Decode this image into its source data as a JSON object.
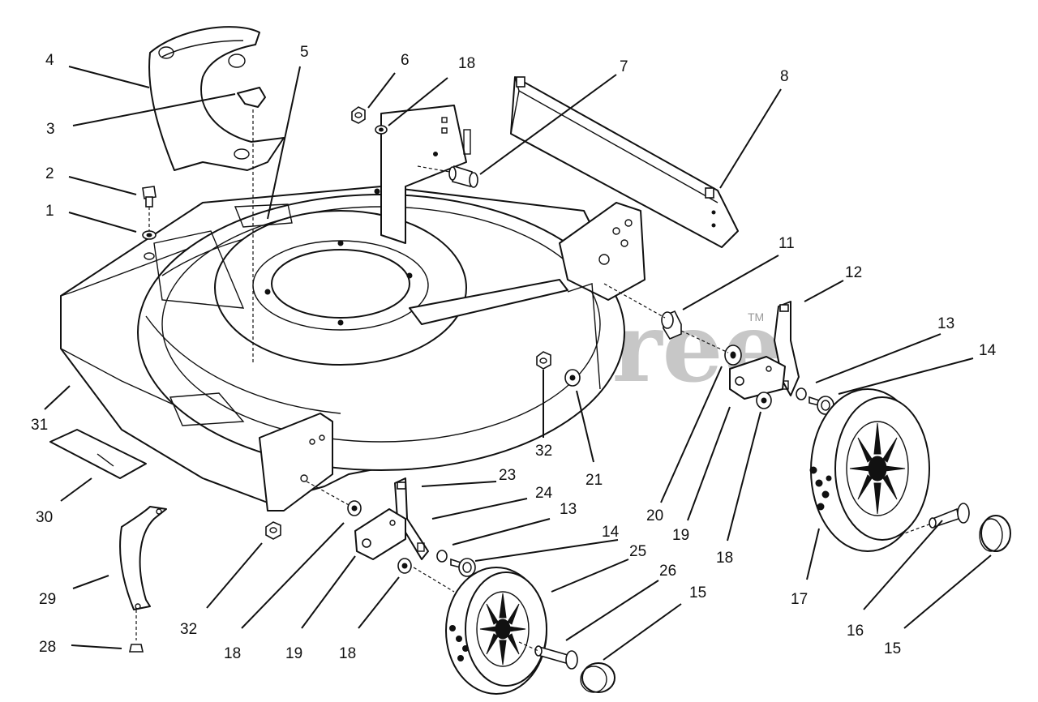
{
  "watermark": {
    "text": "PartsTree",
    "trademark": "TM"
  },
  "callouts": [
    {
      "id": "c4",
      "label": "4"
    },
    {
      "id": "c3",
      "label": "3"
    },
    {
      "id": "c2",
      "label": "2"
    },
    {
      "id": "c1",
      "label": "1"
    },
    {
      "id": "c5",
      "label": "5"
    },
    {
      "id": "c6",
      "label": "6"
    },
    {
      "id": "c18a",
      "label": "18"
    },
    {
      "id": "c7",
      "label": "7"
    },
    {
      "id": "c8",
      "label": "8"
    },
    {
      "id": "c11",
      "label": "11"
    },
    {
      "id": "c12",
      "label": "12"
    },
    {
      "id": "c13a",
      "label": "13"
    },
    {
      "id": "c14a",
      "label": "14"
    },
    {
      "id": "c31",
      "label": "31"
    },
    {
      "id": "c32a",
      "label": "32"
    },
    {
      "id": "c21",
      "label": "21"
    },
    {
      "id": "c20",
      "label": "20"
    },
    {
      "id": "c19a",
      "label": "19"
    },
    {
      "id": "c18b",
      "label": "18"
    },
    {
      "id": "c17",
      "label": "17"
    },
    {
      "id": "c16",
      "label": "16"
    },
    {
      "id": "c15a",
      "label": "15"
    },
    {
      "id": "c30",
      "label": "30"
    },
    {
      "id": "c23",
      "label": "23"
    },
    {
      "id": "c24",
      "label": "24"
    },
    {
      "id": "c13b",
      "label": "13"
    },
    {
      "id": "c14b",
      "label": "14"
    },
    {
      "id": "c25",
      "label": "25"
    },
    {
      "id": "c26",
      "label": "26"
    },
    {
      "id": "c15b",
      "label": "15"
    },
    {
      "id": "c29",
      "label": "29"
    },
    {
      "id": "c28",
      "label": "28"
    },
    {
      "id": "c32b",
      "label": "32"
    },
    {
      "id": "c18c",
      "label": "18"
    },
    {
      "id": "c19b",
      "label": "19"
    },
    {
      "id": "c18d",
      "label": "18"
    }
  ]
}
